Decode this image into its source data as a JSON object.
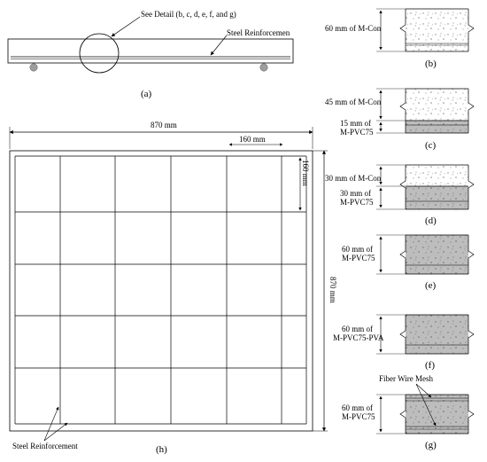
{
  "panel_a": {
    "callout": "See Detail (b, c, d, e, f, and g)",
    "reinforcement_label": "Steel Reinforcemen",
    "panel_label": "(a)"
  },
  "panel_h": {
    "width_label": "870 mm",
    "cell_width_label": "160 mm",
    "cell_height_label": "160 mm",
    "height_label": "870 mm",
    "reinforcement_label": "Steel Reinforcement",
    "panel_label": "(h)"
  },
  "details": {
    "b": {
      "label_1": "60 mm of M-Con",
      "panel_label": "(b)"
    },
    "c": {
      "label_1": "45 mm of M-Con",
      "label_2_line1": "15 mm of",
      "label_2_line2": "M-PVC75",
      "panel_label": "(c)"
    },
    "d": {
      "label_1": "30 mm of M-Con",
      "label_2_line1": "30 mm of",
      "label_2_line2": "M-PVC75",
      "panel_label": "(d)"
    },
    "e": {
      "label_line1": "60 mm of",
      "label_line2": "M-PVC75",
      "panel_label": "(e)"
    },
    "f": {
      "label_line1": "60 mm of",
      "label_line2": "M-PVC75-PVA",
      "panel_label": "(f)"
    },
    "g": {
      "mesh_label": "Fiber Wire Mesh",
      "label_line1": "60 mm of",
      "label_line2": "M-PVC75",
      "panel_label": "(g)"
    }
  }
}
